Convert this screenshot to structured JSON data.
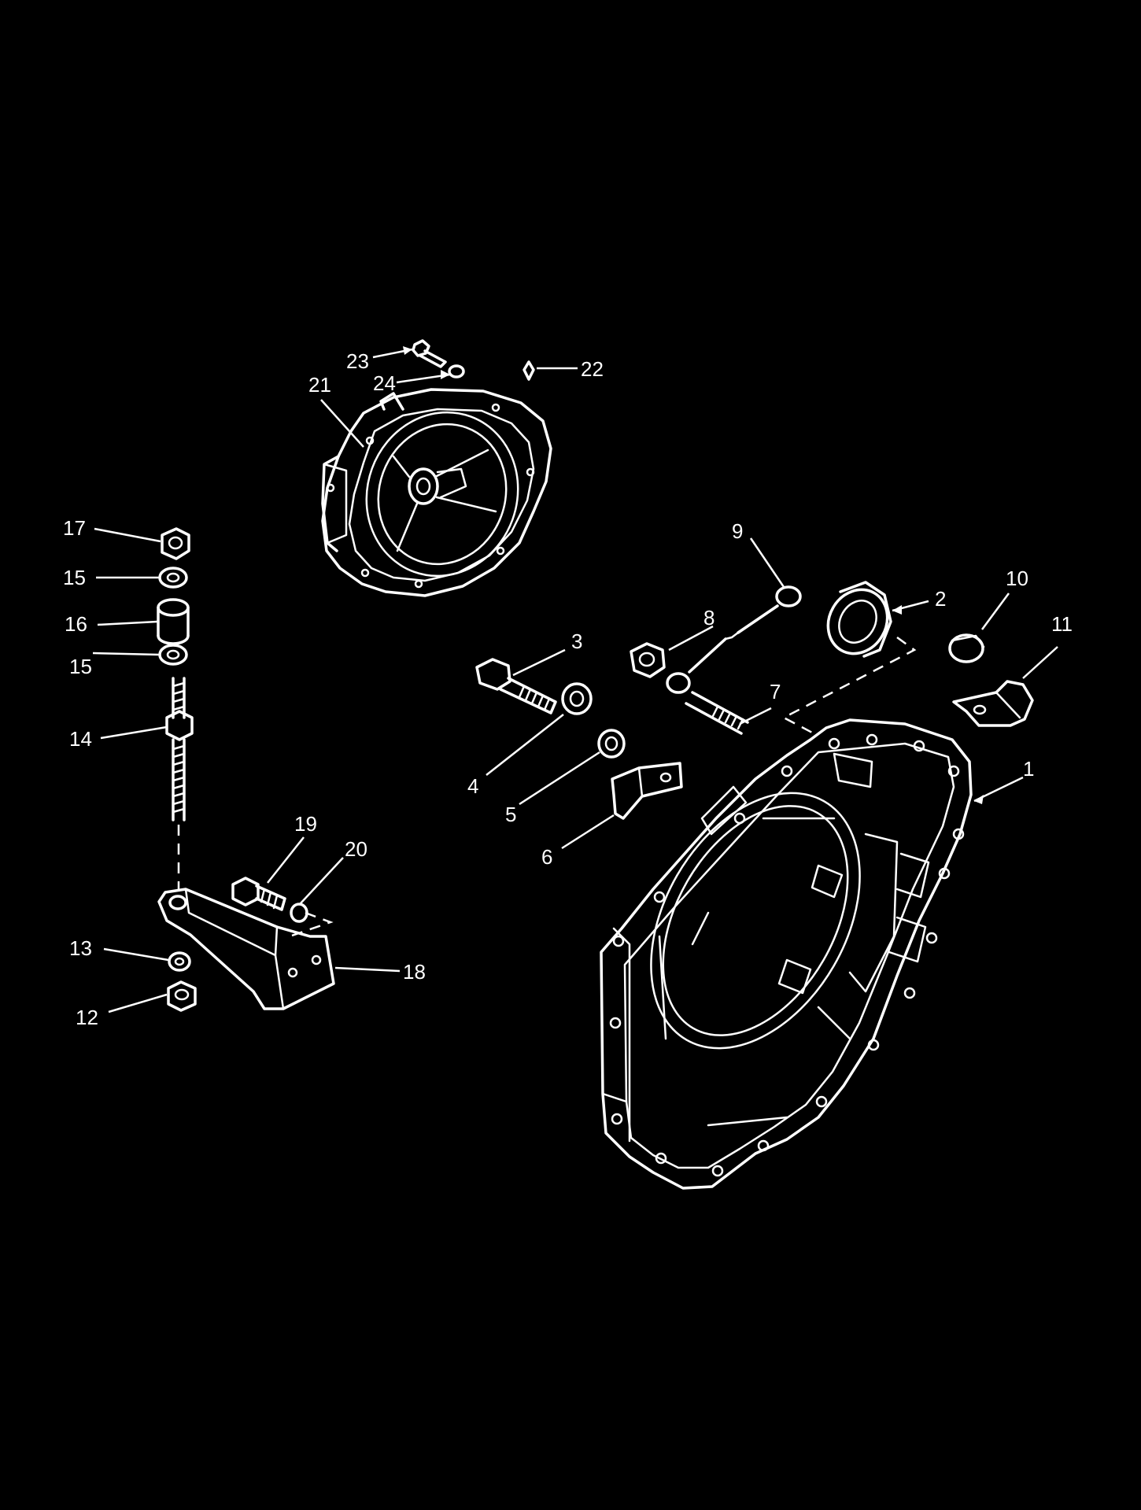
{
  "diagram": {
    "background": "#000000",
    "ink": "#ffffff",
    "callouts": [
      "1",
      "2",
      "3",
      "4",
      "5",
      "6",
      "7",
      "8",
      "9",
      "10",
      "11",
      "12",
      "13",
      "14",
      "15",
      "15",
      "16",
      "17",
      "18",
      "19",
      "20",
      "21",
      "22",
      "23",
      "24"
    ]
  }
}
